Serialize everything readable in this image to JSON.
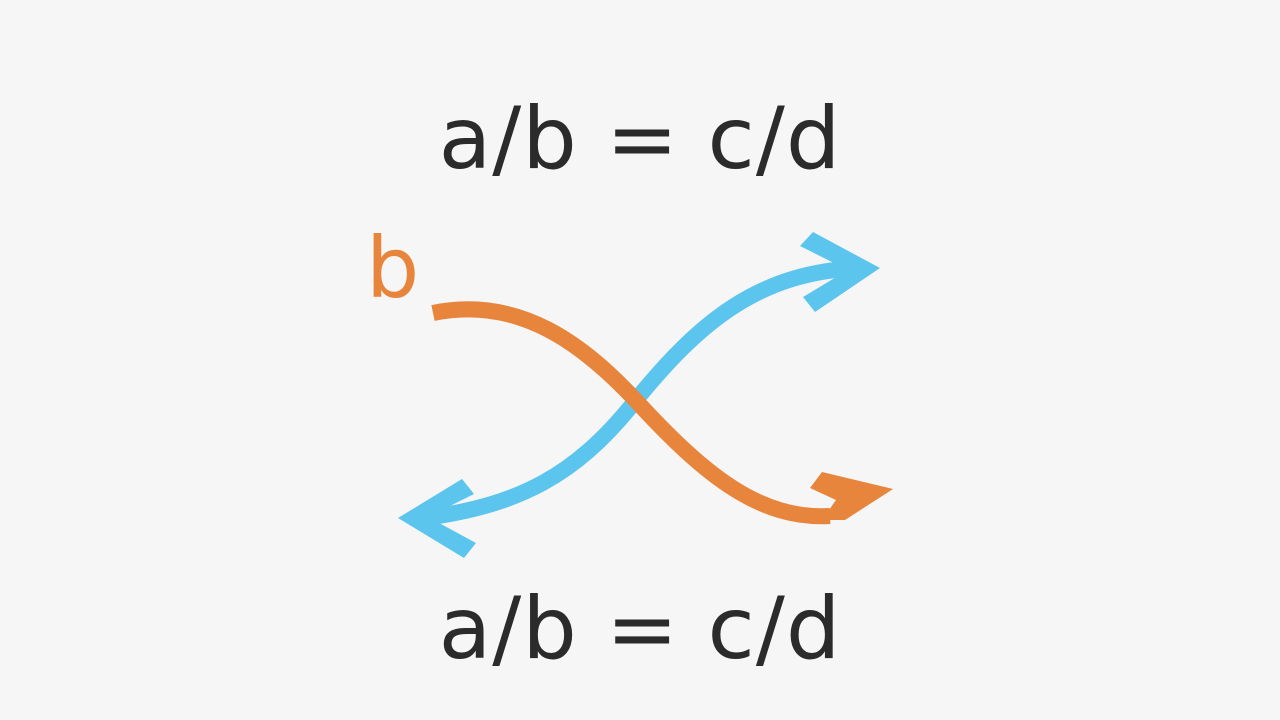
{
  "diagram": {
    "equation_top": "a/b = c/d",
    "equation_bottom": "a/b = c/d",
    "label": "b",
    "colors": {
      "background": "#f6f6f6",
      "text": "#2b2b2b",
      "orange_arrow": "#e8853d",
      "blue_arrow": "#5bc5ee"
    },
    "arrows": [
      {
        "name": "blue-cross-arrow",
        "color": "blue",
        "direction": "double-headed",
        "from": "bottom-left",
        "to": "top-right"
      },
      {
        "name": "orange-cross-arrow",
        "color": "orange",
        "direction": "single-headed",
        "from": "top-left (b)",
        "to": "bottom-right"
      }
    ]
  }
}
